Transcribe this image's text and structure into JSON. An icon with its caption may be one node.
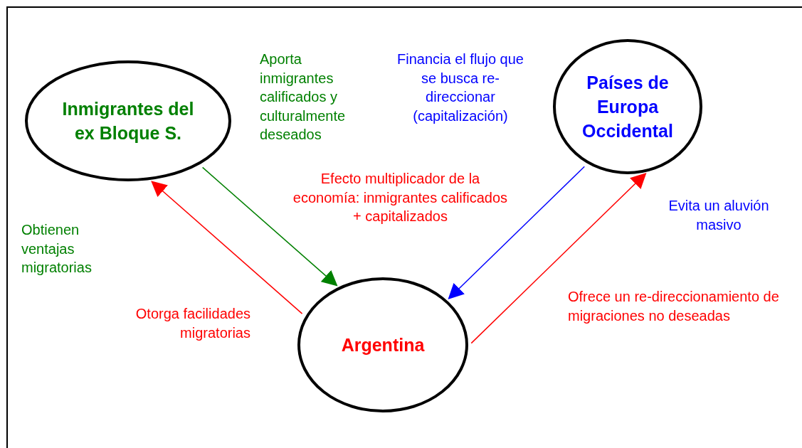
{
  "diagram": {
    "nodes": [
      {
        "text": [
          "Inmigrantes del ex Bloque S."
        ]
      },
      {
        "text": [
          "Países de Europa Occidental"
        ]
      },
      {
        "text": [
          "Argentina"
        ]
      }
    ],
    "edges": [
      {
        "from": 0,
        "to": 2,
        "arrow": "to",
        "color": "#008000"
      },
      {
        "from": 2,
        "to": 0,
        "arrow": "to",
        "color": "#ff0000"
      },
      {
        "from": 1,
        "to": 2,
        "arrow": "to",
        "color": "#0000ff"
      },
      {
        "from": 2,
        "to": 1,
        "arrow": "to",
        "color": "#ff0000"
      }
    ],
    "labels": [
      "Aporta inmigrantes calificados y culturalmente deseados",
      "Financia el flujo que se busca re-direccionar (capitalización)",
      "Efecto multiplicador de la economía: inmigrantes calificados + capitalizados",
      "Evita un aluvión masivo",
      "Obtienen ventajas migratorias",
      "Otorga facilidades migratorias",
      "Ofrece un re-direccionamiento de migraciones no deseadas"
    ]
  }
}
